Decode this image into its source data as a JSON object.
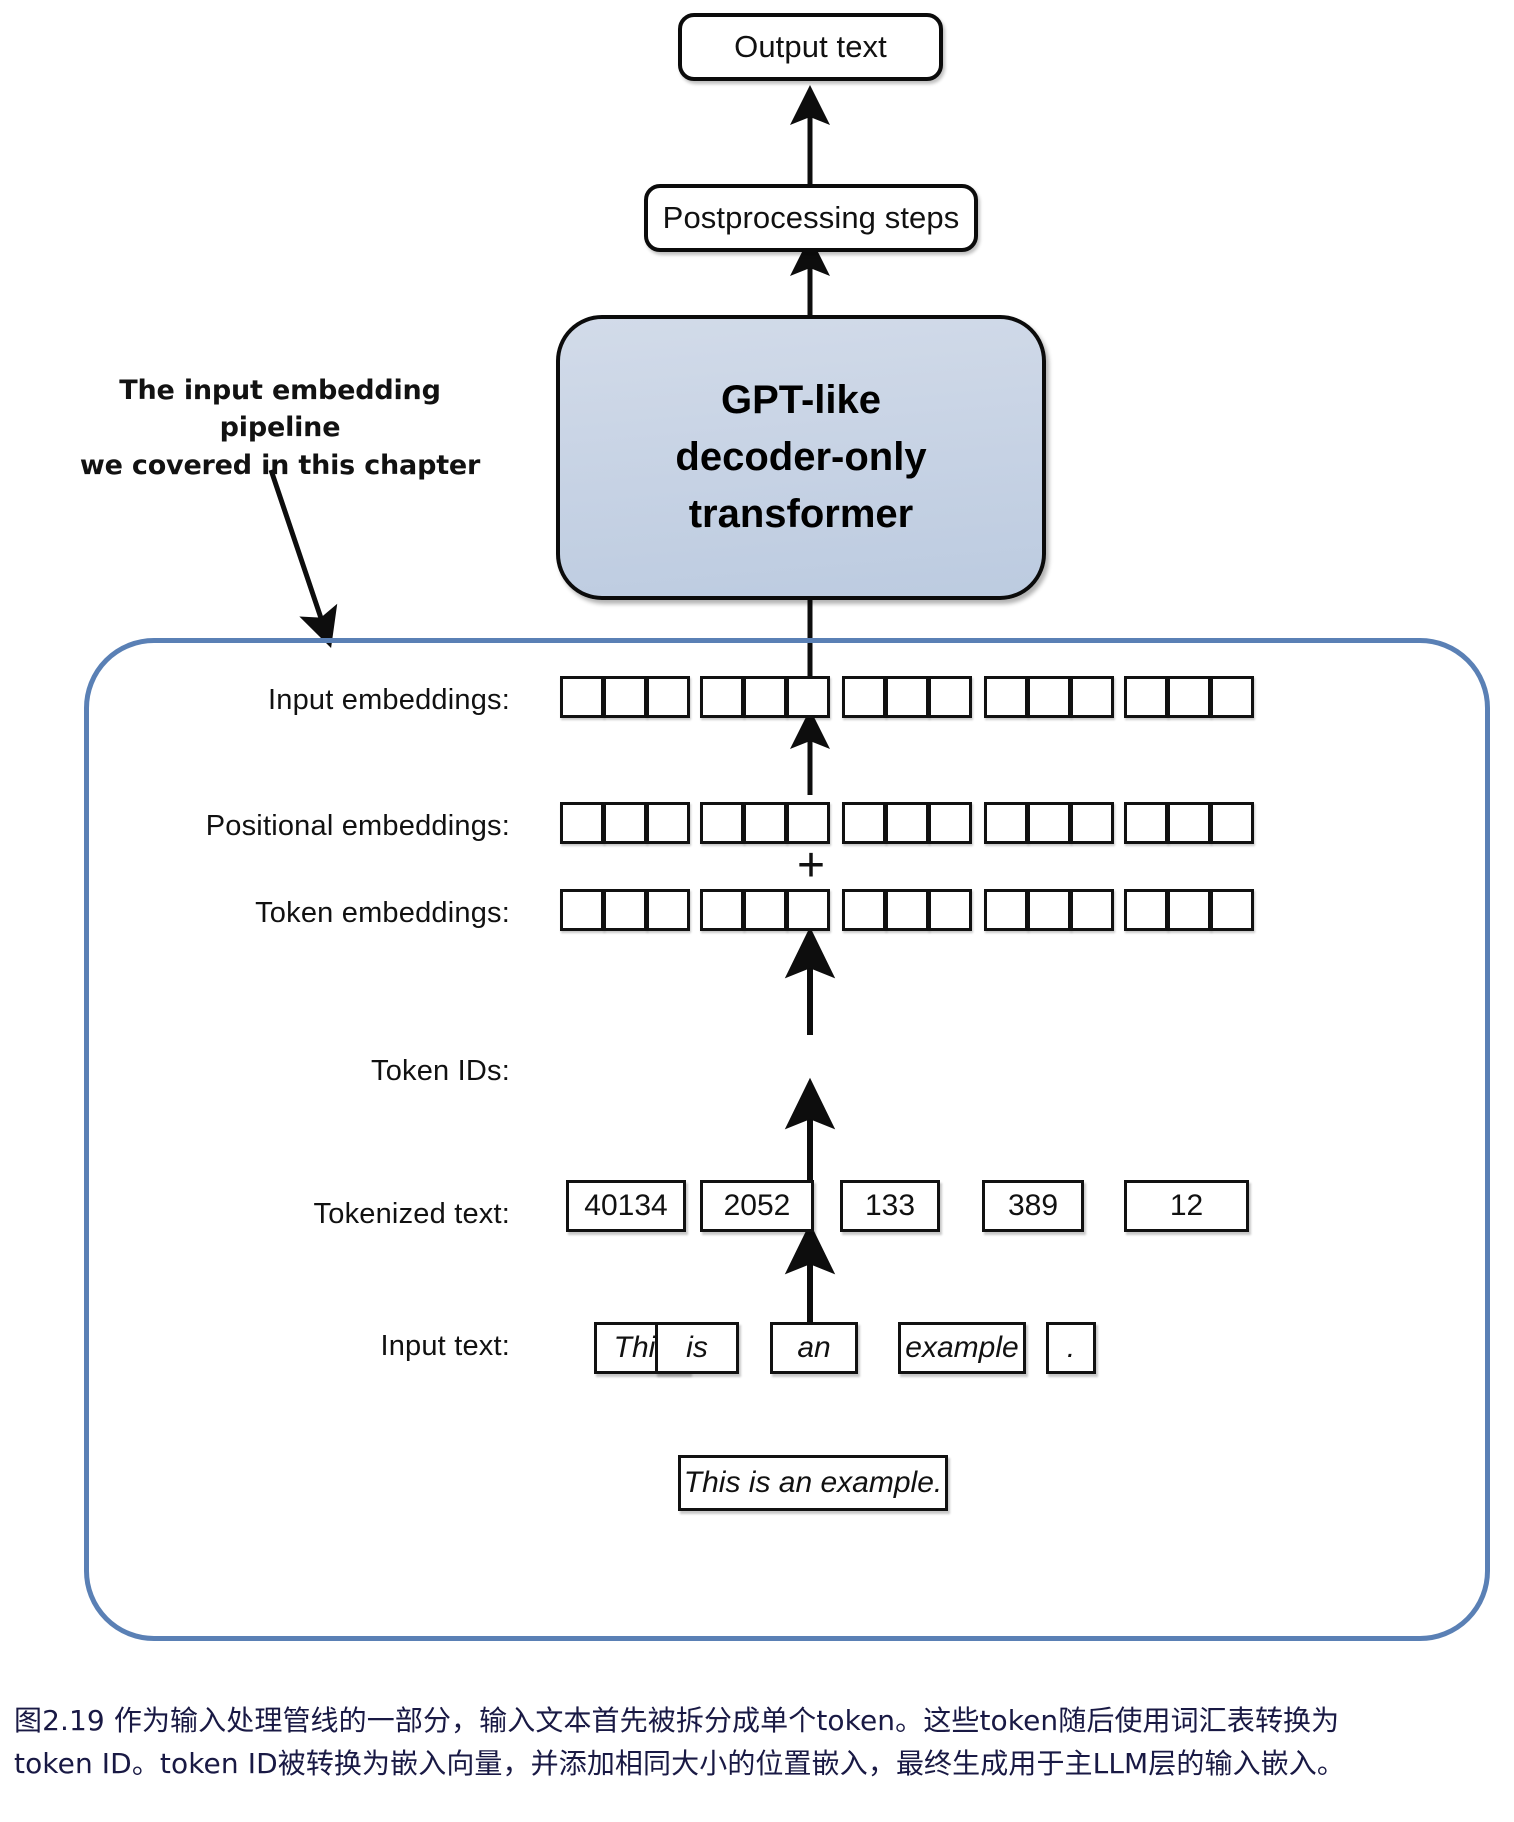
{
  "figure": {
    "id": "2.19",
    "type": "llm-input-embedding-pipeline-diagram"
  },
  "top_chain": {
    "output_box_label": "Output text",
    "postprocessing_box_label": "Postprocessing steps",
    "model_box_line1": "GPT-like",
    "model_box_line2": "decoder-only",
    "model_box_line3": "transformer"
  },
  "annotation": {
    "text": "The input embedding pipeline\nwe covered in this chapter"
  },
  "pipeline": {
    "rows": [
      {
        "key": "input_embeddings",
        "label": "Input embeddings:"
      },
      {
        "key": "positional_embeddings",
        "label": "Positional embeddings:"
      },
      {
        "key": "token_embeddings",
        "label": "Token embeddings:"
      },
      {
        "key": "token_ids",
        "label": "Token IDs:"
      },
      {
        "key": "tokenized_text",
        "label": "Tokenized text:"
      },
      {
        "key": "input_text",
        "label": "Input text:"
      }
    ],
    "plus_symbol": "+",
    "embedding_cells_per_group": 3,
    "embedding_groups": 5,
    "token_ids": [
      "40134",
      "2052",
      "133",
      "389",
      "12"
    ],
    "tokens": [
      "This",
      "is",
      "an",
      "example",
      "."
    ],
    "input_text": "This is an example."
  },
  "colors": {
    "model_box_fill": "#c6d2e4",
    "pipeline_border": "#5a80b5",
    "outline": "#111111",
    "caption_text": "#191944"
  },
  "caption": {
    "line1": "图2.19 作为输入处理管线的一部分，输入文本首先被拆分成单个token。这些token随后使用词汇表转换为",
    "line2": "token ID。token ID被转换为嵌入向量，并添加相同大小的位置嵌入，最终生成用于主LLM层的输入嵌入。"
  }
}
